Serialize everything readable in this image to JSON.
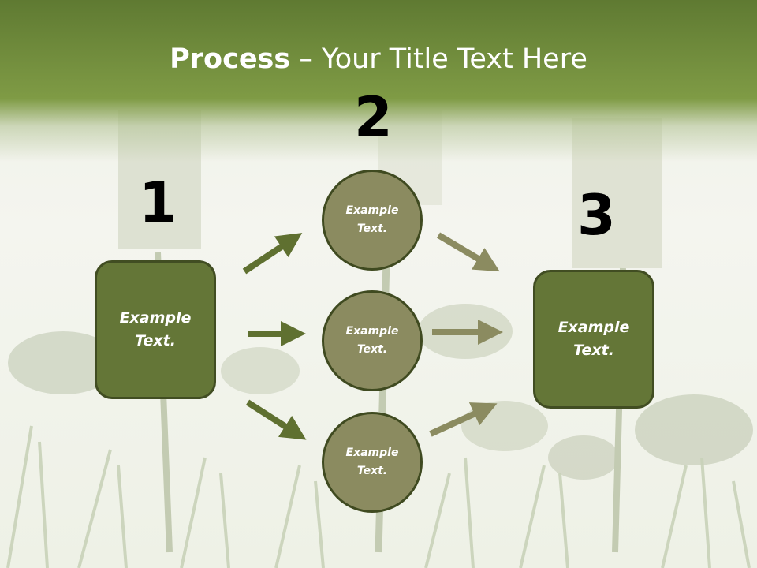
{
  "title": {
    "bold": "Process",
    "rest": " – Your Title Text Here"
  },
  "numbers": {
    "n1": "1",
    "n2": "2",
    "n3": "3"
  },
  "left_box": {
    "line1": "Example",
    "line2": "Text."
  },
  "right_box": {
    "line1": "Example",
    "line2": "Text."
  },
  "circles": [
    {
      "line1": "Example",
      "line2": "Text."
    },
    {
      "line1": "Example",
      "line2": "Text."
    },
    {
      "line1": "Example",
      "line2": "Text."
    }
  ],
  "colors": {
    "header": "#6f8a3b",
    "box": "#647637",
    "circle": "#8b8b60",
    "arrow_dark": "#5f7030",
    "arrow_light": "#8b8b60"
  }
}
